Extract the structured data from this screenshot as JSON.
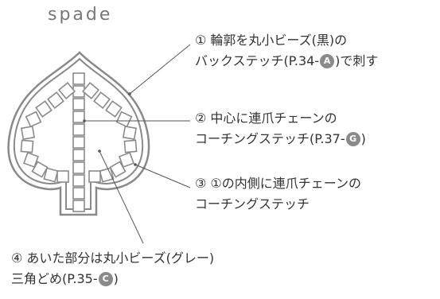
{
  "title": "spade",
  "notes": [
    {
      "line1": "① 輪郭を丸小ビーズ(黒)の",
      "line2_pre": "バックステッチ(P.34-",
      "badge": "A",
      "line2_post": ")で刺す"
    },
    {
      "line1": "② 中心に連爪チェーンの",
      "line2_pre": "コーチングステッチ(P.37-",
      "badge": "G",
      "line2_post": ")"
    },
    {
      "line1": "③ ①の内側に連爪チェーンの",
      "line2": "コーチングステッチ"
    },
    {
      "line1": "④ あいた部分は丸小ビーズ(グレー)",
      "line2_pre": "三角どめ(P.35-",
      "badge": "C",
      "line2_post": ")"
    }
  ],
  "colors": {
    "outline": "#8a8a8a",
    "leader": "#555555",
    "badge": "#8a8a8a"
  }
}
